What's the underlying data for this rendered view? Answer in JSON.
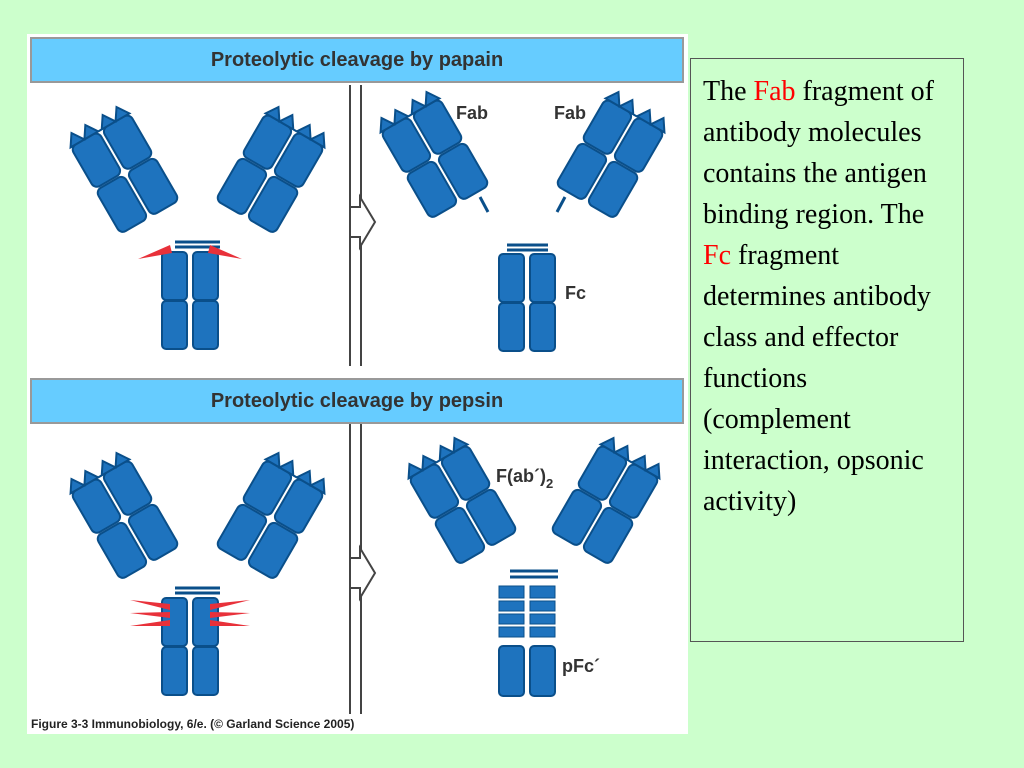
{
  "panels": {
    "papain": {
      "title": "Proteolytic cleavage by papain",
      "fragment_labels": {
        "fab_left": "Fab",
        "fab_right": "Fab",
        "fc": "Fc"
      }
    },
    "pepsin": {
      "title": "Proteolytic cleavage by pepsin",
      "fragment_labels": {
        "fab2": "F(ab´)",
        "fab2_subscript": "2",
        "pfc": "pFc´"
      }
    }
  },
  "figure_caption": "Figure 3-3  Immunobiology, 6/e. (© Garland Science 2005)",
  "description": {
    "p1": "The ",
    "fab": "Fab",
    "p2": " fragment of antibody molecules contains the antigen binding region.  The ",
    "fc": "Fc",
    "p3": " fragment determines antibody class and effector functions (complement interaction, opsonic activity)"
  },
  "colors": {
    "background": "#ccffcc",
    "header": "#66ccff",
    "antibody": "#1e73be",
    "cleavage": "#e8313a",
    "highlight_text": "#ff0000"
  },
  "icons": [
    "antibody-icon",
    "arrow-right-icon",
    "cleavage-wedge-icon"
  ]
}
